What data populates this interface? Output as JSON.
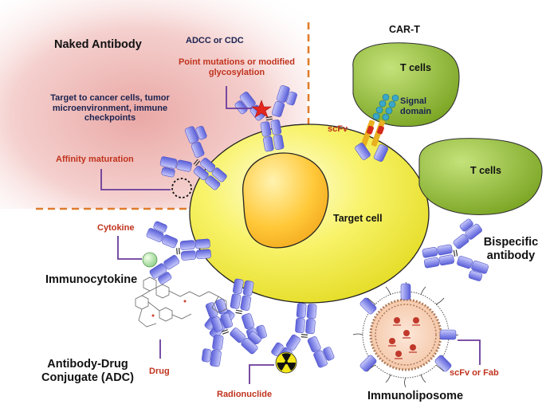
{
  "labels": {
    "naked_antibody": "Naked Antibody",
    "adcc_cdc": "ADCC or CDC",
    "point_mutations": "Point mutations or modified glycosylation",
    "target_to": "Target to cancer cells, tumor microenvironment, immune checkpoints",
    "affinity": "Affinity maturation",
    "car_t": "CAR-T",
    "t_cells_1": "T cells",
    "t_cells_2": "T cells",
    "signal_domain": "Signal domain",
    "scfv": "scFv",
    "target_cell": "Target cell",
    "cytokine": "Cytokine",
    "immunocytokine": "Immunocytokine",
    "bispecific": "Bispecific antibody",
    "adc": "Antibody-Drug Conjugate (ADC)",
    "drug": "Drug",
    "radionuclide": "Radionuclide",
    "immunoliposome": "Immunoliposome",
    "scfv_fab": "scFv or Fab"
  },
  "colors": {
    "label_red": "#c0331d",
    "label_navy": "#1a2250",
    "antibody_blue": "#8f93ec",
    "cell_yellow": "#f4ee3c",
    "tcell_green": "#8fbc2a",
    "connector_purple": "#6a3b9a",
    "divider_orange": "#e07b2a",
    "naked_bg_pink": "#f2c6c4"
  },
  "icons": [
    "star-icon",
    "radiation-icon",
    "skull-icon",
    "cytokine-sphere-icon",
    "drug-molecule-icon"
  ]
}
